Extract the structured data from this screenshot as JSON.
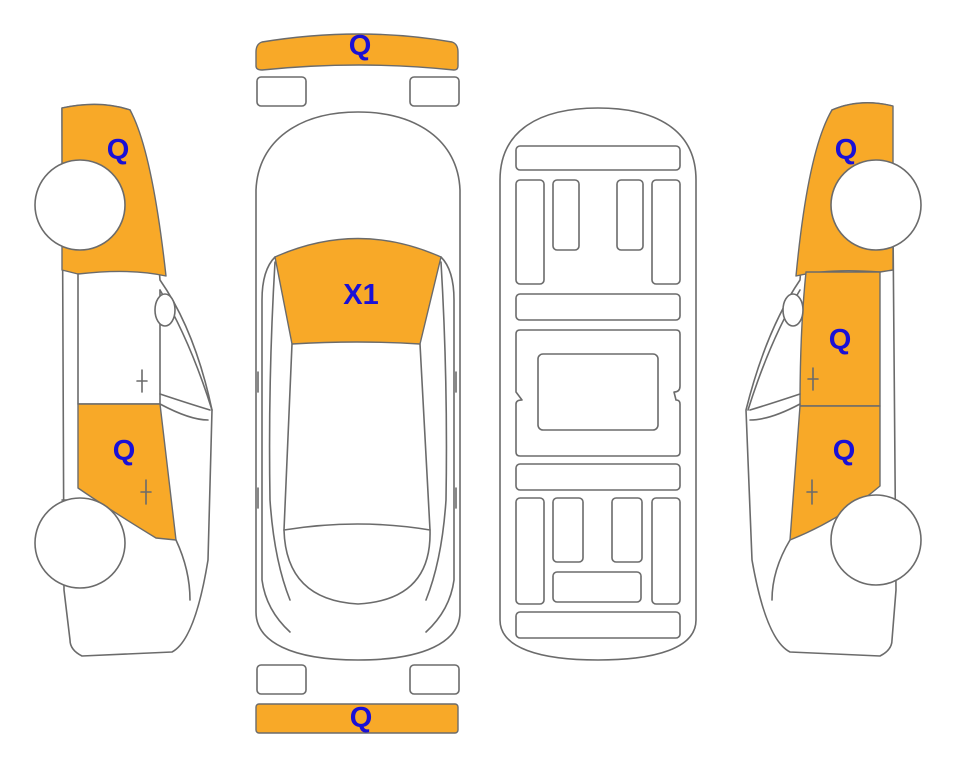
{
  "colors": {
    "damage_fill": "#f8a928",
    "label_text": "#1a10d6",
    "outline": "#6b6b6b",
    "background": "#ffffff"
  },
  "views": {
    "front_bumper": {
      "code": "Q"
    },
    "rear_bumper": {
      "code": "Q"
    },
    "windshield": {
      "code": "X1"
    },
    "left_front_fender": {
      "code": "Q"
    },
    "left_rear_door": {
      "code": "Q"
    },
    "right_front_fender": {
      "code": "Q"
    },
    "right_front_door": {
      "code": "Q"
    },
    "right_rear_door": {
      "code": "Q"
    }
  }
}
